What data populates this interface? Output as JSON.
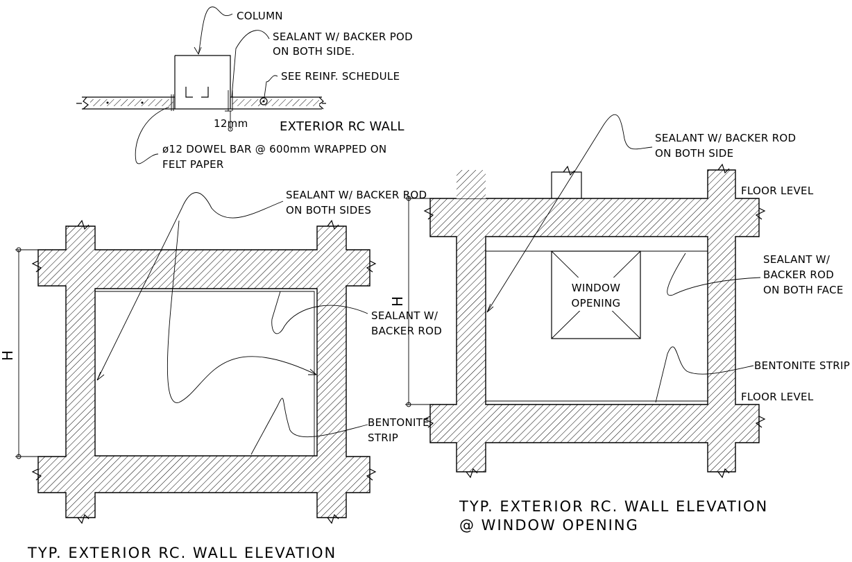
{
  "section_detail": {
    "column": "COLUMN",
    "sealant_line1": "SEALANT W/ BACKER POD",
    "sealant_line2": "ON BOTH SIDE.",
    "reinf": "SEE REINF. SCHEDULE",
    "dim_12mm": "12mm",
    "wall_label": "EXTERIOR RC WALL",
    "dowel_line1": "ø12 DOWEL BAR @ 600mm WRAPPED ON",
    "dowel_line2": "FELT PAPER"
  },
  "left_elevation": {
    "sealant_sides_line1": "SEALANT W/ BACKER ROD",
    "sealant_sides_line2": "ON BOTH SIDES",
    "sealant_rod_line1": "SEALANT W/",
    "sealant_rod_line2": "BACKER ROD",
    "bentonite_line1": "BENTONITE",
    "bentonite_line2": "STRIP",
    "dim_h": "H",
    "title": "TYP. EXTERIOR RC. WALL ELEVATION"
  },
  "right_elevation": {
    "sealant_side_line1": "SEALANT W/ BACKER ROD",
    "sealant_side_line2": "ON BOTH SIDE",
    "floor_level_top": "FLOOR LEVEL",
    "floor_level_bottom": "FLOOR LEVEL",
    "sealant_face_line1": "SEALANT W/",
    "sealant_face_line2": "BACKER ROD",
    "sealant_face_line3": "ON BOTH FACE",
    "window_line1": "WINDOW",
    "window_line2": "OPENING",
    "bentonite": "BENTONITE STRIP",
    "dim_h": "H",
    "title_line1": "TYP. EXTERIOR RC. WALL ELEVATION",
    "title_line2": "@ WINDOW OPENING"
  },
  "colors": {
    "ink": "#000000",
    "background": "#ffffff"
  }
}
